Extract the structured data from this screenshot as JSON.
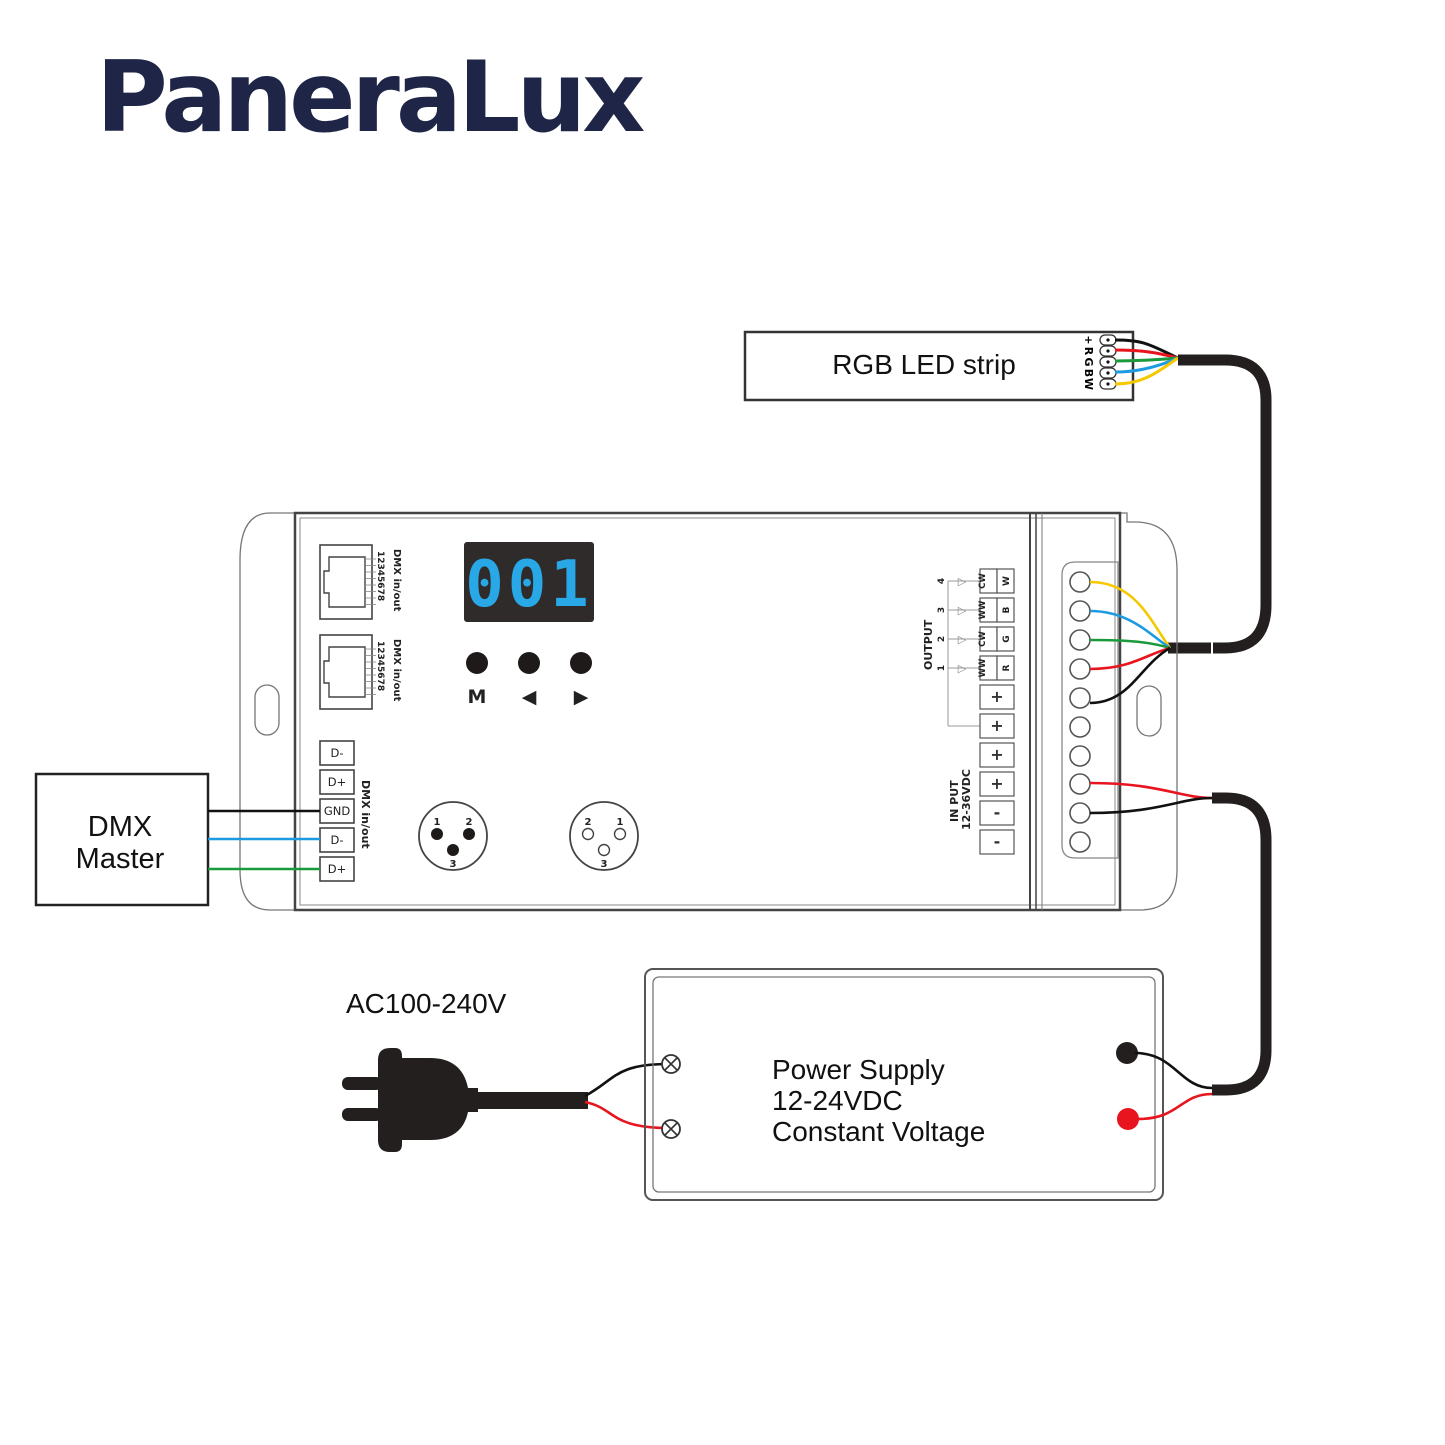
{
  "brand": {
    "name": "PaneraLux",
    "color": "#1f2547"
  },
  "led_strip": {
    "label": "RGB LED strip",
    "pins": [
      "+",
      "R",
      "G",
      "B",
      "W"
    ]
  },
  "controller": {
    "display_value": "001",
    "display_color": "#29a8e8",
    "buttons": [
      {
        "name": "mode",
        "label": "M"
      },
      {
        "name": "left",
        "label": "◀"
      },
      {
        "name": "right",
        "label": "▶"
      }
    ],
    "rj45_ports": [
      {
        "label": "DMX in/out",
        "pins": "12345678"
      },
      {
        "label": "DMX in/out",
        "pins": "12345678"
      }
    ],
    "dmx_terminals": [
      "D-",
      "D+",
      "GND",
      "D-",
      "D+"
    ],
    "dmx_terminal_label": "DMX in/out",
    "xlr_male": {
      "pins": [
        "1",
        "2",
        "3"
      ]
    },
    "xlr_female": {
      "pins": [
        "2",
        "1",
        "3"
      ]
    },
    "output_label": "OUTPUT",
    "output_channels": [
      {
        "num": "4",
        "top": "CW",
        "bottom": "W"
      },
      {
        "num": "3",
        "top": "WW",
        "bottom": "B"
      },
      {
        "num": "2",
        "top": "CW",
        "bottom": "G"
      },
      {
        "num": "1",
        "top": "WW",
        "bottom": "R"
      }
    ],
    "common_terminals": [
      "+",
      "+"
    ],
    "input_terminals": [
      "+",
      "+",
      "-",
      "-"
    ],
    "input_label": "IN PUT",
    "input_voltage": "12-36VDC"
  },
  "dmx_master": {
    "line1": "DMX",
    "line2": "Master"
  },
  "mains": {
    "label": "AC100-240V"
  },
  "power_supply": {
    "line1": "Power Supply",
    "line2": "12-24VDC",
    "line3": "Constant Voltage"
  },
  "wire_colors": {
    "black": "#111111",
    "red": "#e8141e",
    "green": "#1a9a3c",
    "blue": "#1e9be0",
    "yellow": "#f5c800",
    "cable": "#231f1f"
  }
}
